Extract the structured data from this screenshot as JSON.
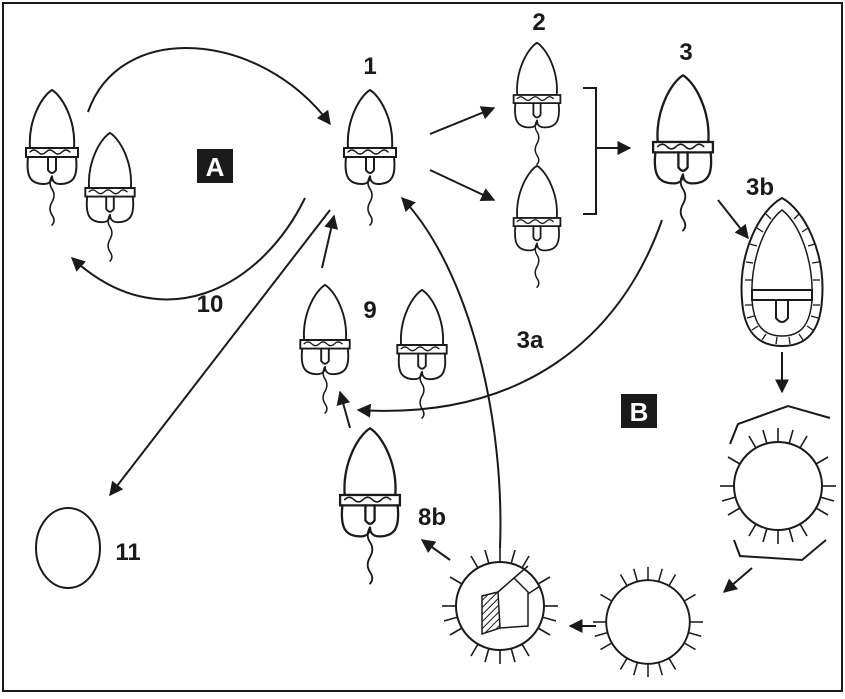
{
  "panels": {
    "A": "A",
    "B": "B"
  },
  "labels": {
    "l1": "1",
    "l2": "2",
    "l3": "3",
    "l3a": "3a",
    "l3b": "3b",
    "l8b": "8b",
    "l9": "9",
    "l10": "10",
    "l11": "11"
  },
  "colors": {
    "ink": "#1a1a1a",
    "panel_bg": "#1a1a1a",
    "panel_text": "#ffffff",
    "paper": "#ffffff"
  }
}
